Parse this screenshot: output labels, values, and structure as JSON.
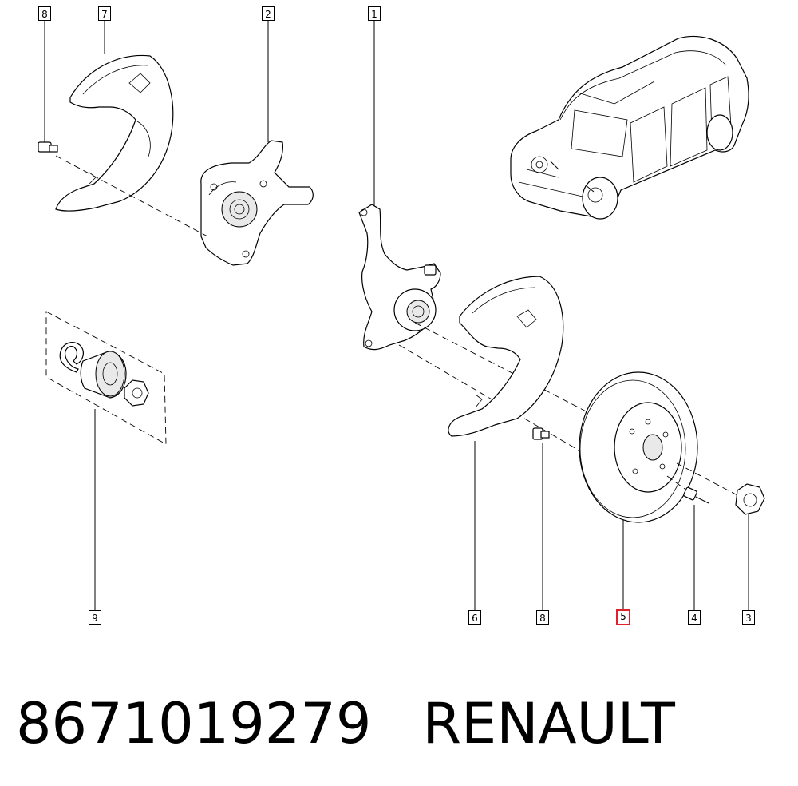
{
  "diagram": {
    "callouts": [
      {
        "id": "c8a",
        "label": "8",
        "highlight": false
      },
      {
        "id": "c7",
        "label": "7",
        "highlight": false
      },
      {
        "id": "c2",
        "label": "2",
        "highlight": false
      },
      {
        "id": "c1",
        "label": "1",
        "highlight": false
      },
      {
        "id": "c9",
        "label": "9",
        "highlight": false
      },
      {
        "id": "c6",
        "label": "6",
        "highlight": false
      },
      {
        "id": "c8b",
        "label": "8",
        "highlight": false
      },
      {
        "id": "c5",
        "label": "5",
        "highlight": true
      },
      {
        "id": "c4",
        "label": "4",
        "highlight": false
      },
      {
        "id": "c3",
        "label": "3",
        "highlight": false
      }
    ],
    "highlight_color": "#e0202a"
  },
  "caption": {
    "part_number": "8671019279",
    "brand": "RENAULT"
  }
}
